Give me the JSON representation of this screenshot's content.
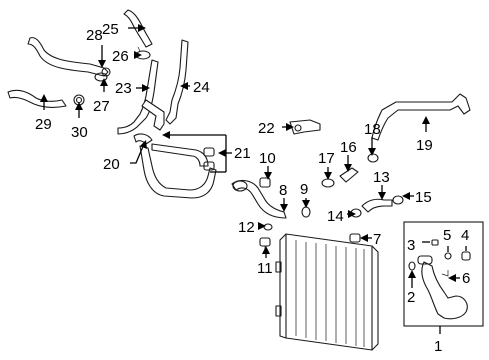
{
  "callouts": [
    {
      "id": "c1",
      "text": "1"
    },
    {
      "id": "c2",
      "text": "2"
    },
    {
      "id": "c3",
      "text": "3"
    },
    {
      "id": "c4",
      "text": "4"
    },
    {
      "id": "c5",
      "text": "5"
    },
    {
      "id": "c6",
      "text": "6"
    },
    {
      "id": "c7",
      "text": "7"
    },
    {
      "id": "c8",
      "text": "8"
    },
    {
      "id": "c9",
      "text": "9"
    },
    {
      "id": "c10",
      "text": "10"
    },
    {
      "id": "c11",
      "text": "11"
    },
    {
      "id": "c12",
      "text": "12"
    },
    {
      "id": "c13",
      "text": "13"
    },
    {
      "id": "c14",
      "text": "14"
    },
    {
      "id": "c15",
      "text": "15"
    },
    {
      "id": "c16",
      "text": "16"
    },
    {
      "id": "c17",
      "text": "17"
    },
    {
      "id": "c18",
      "text": "18"
    },
    {
      "id": "c19",
      "text": "19"
    },
    {
      "id": "c20",
      "text": "20"
    },
    {
      "id": "c21",
      "text": "21"
    },
    {
      "id": "c22",
      "text": "22"
    },
    {
      "id": "c23",
      "text": "23"
    },
    {
      "id": "c24",
      "text": "24"
    },
    {
      "id": "c25",
      "text": "25"
    },
    {
      "id": "c26",
      "text": "26"
    },
    {
      "id": "c27",
      "text": "27"
    },
    {
      "id": "c28",
      "text": "28"
    },
    {
      "id": "c29",
      "text": "29"
    },
    {
      "id": "c30",
      "text": "30"
    }
  ]
}
